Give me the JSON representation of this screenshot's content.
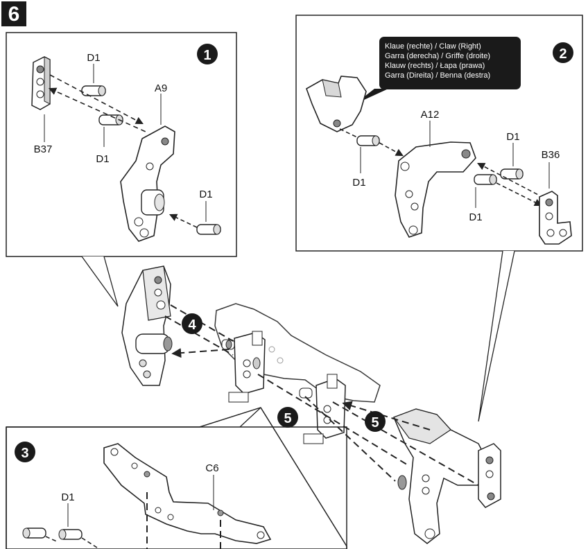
{
  "step_number": "6",
  "sub_steps": [
    "1",
    "2",
    "3",
    "4",
    "5",
    "5"
  ],
  "panel1": {
    "labels": {
      "d1_top": "D1",
      "a9": "A9",
      "b37": "B37",
      "d1_mid": "D1",
      "d1_right": "D1"
    }
  },
  "panel2": {
    "claw_note": [
      "Klaue (rechte) / Claw (Right)",
      "Garra (derecha)  / Griffe (droite)",
      "Klauw (rechts)  / Łapa (prawa)",
      "Garra (Direita) / Benna (destra)"
    ],
    "labels": {
      "a12": "A12",
      "d1_left": "D1",
      "d1_right_top": "D1",
      "b36": "B36",
      "d1_right_bottom": "D1"
    }
  },
  "panel3": {
    "labels": {
      "c6": "C6",
      "d1": "D1"
    }
  },
  "colors": {
    "badge": "#1a1a1a",
    "line": "#222222",
    "part_fill": "#ffffff",
    "shade": "#b8b8b8"
  }
}
